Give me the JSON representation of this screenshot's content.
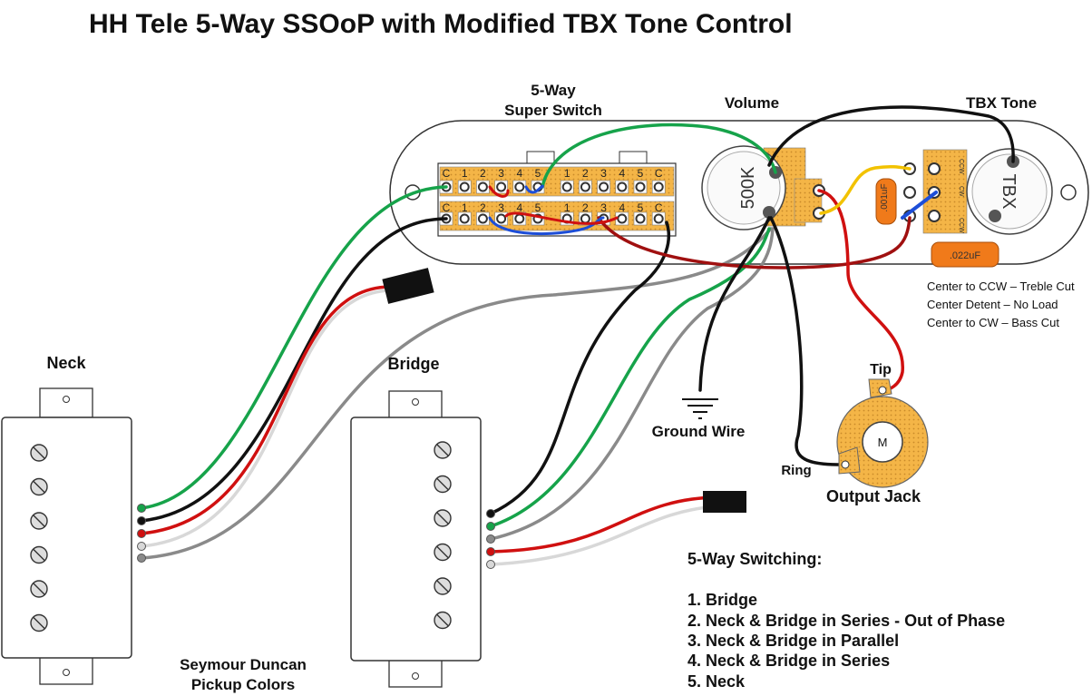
{
  "title": "HH Tele 5-Way SSOoP with Modified TBX Tone Control",
  "labels": {
    "switch_line1": "5-Way",
    "switch_line2": "Super Switch",
    "volume": "Volume",
    "tbx_tone": "TBX Tone",
    "vol_pot_value": "500K",
    "tbx_pot_value": "TBX",
    "cap_small": ".001uF",
    "cap_large": ".022uF",
    "ccw_a": "CCW",
    "cw": "CW",
    "ccw_b": "CCW",
    "neck": "Neck",
    "bridge": "Bridge",
    "ground_wire": "Ground Wire",
    "tip": "Tip",
    "ring": "Ring",
    "jack_m": "M",
    "output_jack": "Output Jack",
    "colors_line1": "Seymour Duncan",
    "colors_line2": "Pickup Colors"
  },
  "switch_lugs": {
    "row_labels": [
      "C",
      "1",
      "2",
      "3",
      "4",
      "5",
      "1",
      "2",
      "3",
      "4",
      "5",
      "C"
    ]
  },
  "tbx_notes": [
    "Center to CCW – Treble Cut",
    "Center Detent – No Load",
    "Center to CW – Bass Cut"
  ],
  "switching": {
    "heading": "5-Way Switching:",
    "items": [
      "1. Bridge",
      "2. Neck & Bridge in Series - Out of Phase",
      "3. Neck & Bridge in Parallel",
      "4. Neck & Bridge in Series",
      "5. Neck"
    ]
  },
  "colors": {
    "green": "#16a34a",
    "black": "#111111",
    "red": "#d01010",
    "white_wire": "#d8d8d8",
    "gray": "#8a8a8a",
    "blue": "#1d4ed8",
    "yellow": "#f2c200",
    "dark_red": "#a01010",
    "pot_orange": "#f4b547",
    "cap_orange": "#f07a1a"
  }
}
